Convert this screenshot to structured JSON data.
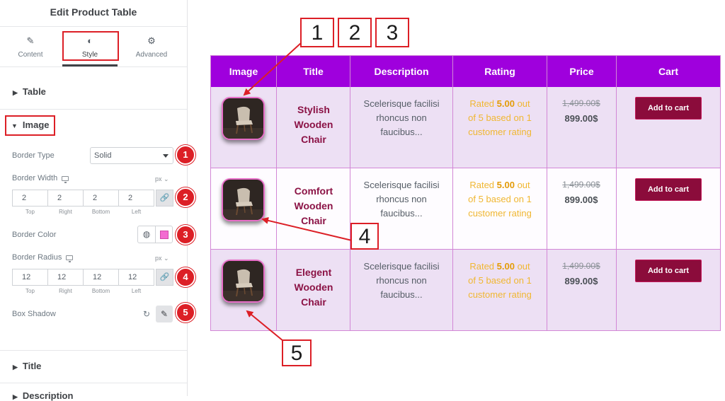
{
  "panel": {
    "title": "Edit Product Table",
    "tabs": [
      {
        "label": "Content",
        "icon": "pencil-icon"
      },
      {
        "label": "Style",
        "icon": "half-circle-icon"
      },
      {
        "label": "Advanced",
        "icon": "gear-icon"
      }
    ],
    "active_tab": "Style",
    "sections": {
      "table": "Table",
      "image": "Image",
      "title": "Title",
      "description": "Description"
    },
    "border_type": {
      "label": "Border Type",
      "value": "Solid"
    },
    "border_width": {
      "label": "Border Width",
      "unit": "px",
      "values": [
        "2",
        "2",
        "2",
        "2"
      ],
      "sides": [
        "Top",
        "Right",
        "Bottom",
        "Left"
      ]
    },
    "border_color": {
      "label": "Border Color",
      "value": "#f36bd1"
    },
    "border_radius": {
      "label": "Border Radius",
      "unit": "px",
      "values": [
        "12",
        "12",
        "12",
        "12"
      ],
      "sides": [
        "Top",
        "Right",
        "Bottom",
        "Left"
      ]
    },
    "box_shadow": {
      "label": "Box Shadow"
    },
    "badges": [
      "1",
      "2",
      "3",
      "4",
      "5"
    ]
  },
  "table": {
    "headers": [
      "Image",
      "Title",
      "Description",
      "Rating",
      "Price",
      "Cart"
    ],
    "rows": [
      {
        "title": [
          "Stylish",
          "Wooden",
          "Chair"
        ],
        "description": [
          "Scelerisque facilisi",
          "rhoncus non",
          "faucibus..."
        ],
        "rating": {
          "pre": "Rated ",
          "value": "5.00",
          "post": " out",
          "line2": "of 5 based on 1",
          "line3": "customer rating"
        },
        "price_old": "1,499.00$",
        "price_new": "899.00$",
        "cart": "Add to cart"
      },
      {
        "title": [
          "Comfort",
          "Wooden",
          "Chair"
        ],
        "description": [
          "Scelerisque facilisi",
          "rhoncus non",
          "faucibus..."
        ],
        "rating": {
          "pre": "Rated ",
          "value": "5.00",
          "post": " out",
          "line2": "of 5 based on 1",
          "line3": "customer rating"
        },
        "price_old": "1,499.00$",
        "price_new": "899.00$",
        "cart": "Add to cart"
      },
      {
        "title": [
          "Elegent",
          "Wooden",
          "Chair"
        ],
        "description": [
          "Scelerisque facilisi",
          "rhoncus non",
          "faucibus..."
        ],
        "rating": {
          "pre": "Rated ",
          "value": "5.00",
          "post": " out",
          "line2": "of 5 based on 1",
          "line3": "customer rating"
        },
        "price_old": "1,499.00$",
        "price_new": "899.00$",
        "cart": "Add to cart"
      }
    ]
  },
  "callouts": [
    "1",
    "2",
    "3",
    "4",
    "5"
  ],
  "colors": {
    "accent_red": "#dc1f26",
    "header_purple": "#9f00dd",
    "row_lilac": "#ede0f4",
    "title_maroon": "#8b1245",
    "cart_button": "#8b0c3b",
    "rating_gold": "#f0b732",
    "image_border_pink": "#e86ec8"
  }
}
